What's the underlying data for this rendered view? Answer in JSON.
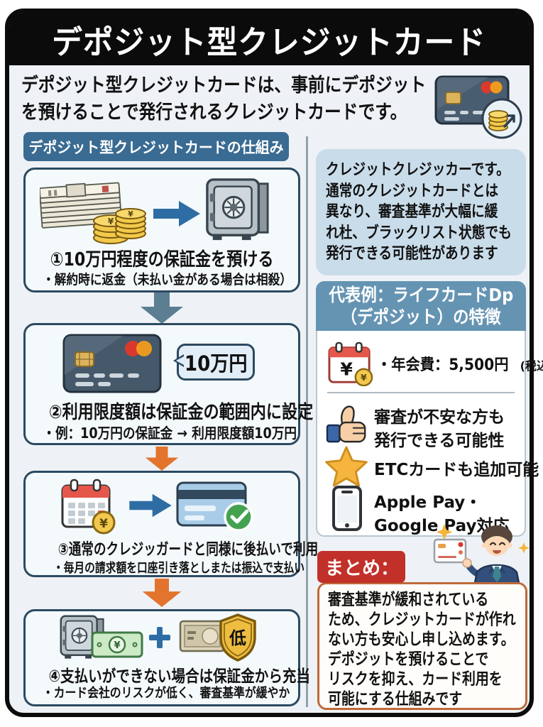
{
  "header": {
    "title": "デポジット型クレジットカード"
  },
  "intro": {
    "line1": "デポジット型クレジットカードは、事前にデポジット",
    "line2": "を預けることで発行されるクレジットカードです。"
  },
  "mechanism": {
    "section_title": "デポジット型クレジットカードの仕組み",
    "steps": [
      {
        "title": "①10万円程度の保証金を預ける",
        "note": "・解約時に返金（未払い金がある場合は相殺）"
      },
      {
        "title": "②利用限度額は保証金の範囲内に設定",
        "note": "・例：10万円の保証金 → 利用限度額10万円",
        "bubble_label": "10万円"
      },
      {
        "title": "③通常のクレジッガードと同様に後払いで利用",
        "note": "・毎月の請求額を口座引き落としまたは振込で支払い"
      },
      {
        "title": "④支払いができない場合は保証金から充当",
        "note": "・カード会社のリスクが低く、審査基準が緩やか"
      }
    ],
    "yen_symbol": "¥",
    "shield_label": "低"
  },
  "sidebar": {
    "description_lines": [
      "クレジットクレジッカーです。",
      "通常のクレジットカードとは",
      "異なり、審査基準が大幅に緩",
      "れ杜、ブラックリスト状態でも",
      "発行できる可能性があります"
    ],
    "example": {
      "title_line1": "代表例：ライフカードDp",
      "title_line2": "（デポジット）の特徴",
      "fee": {
        "text": "・年会費：5,500円",
        "suffix": "(税込)"
      },
      "features": [
        {
          "line1": "審査が不安な方も",
          "line2": "発行できる可能性"
        },
        {
          "line1": "ETCカードも追加可能",
          "line2": ""
        },
        {
          "line1": "Apple Pay・",
          "line2": "Google Pay対応"
        }
      ]
    },
    "summary": {
      "label": "まとめ：",
      "lines": [
        "審査基準が緩和されている",
        "ため、クレジットカードが作れ",
        "ない方も安心し申し込めます。",
        "デポジットを預けることで",
        "リスクを抑え、カード利用を",
        "可能にする仕組みです"
      ]
    }
  },
  "colors": {
    "frame_black": "#0c0c0c",
    "section_badge_blue": "#3a6b92",
    "step_border_navy": "#2c4a61",
    "slate_arrow": "#5c7e93",
    "orange_arrow": "#e2742d",
    "in_box_arrow_blue": "#2d6da3",
    "desc_bg_blue": "#c9dcea",
    "rep_header_steel": "#6594b3",
    "summary_tab_red": "#c2302a",
    "summary_border_orange": "#bf6a3a",
    "coin_gold": "#f2c94c"
  }
}
